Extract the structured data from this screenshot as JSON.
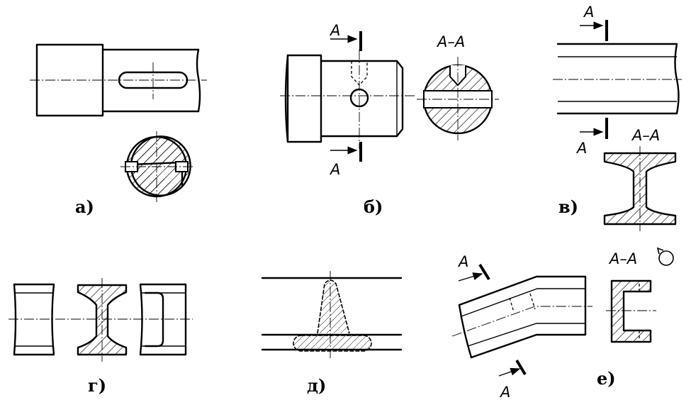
{
  "panels": [
    {
      "id": "a",
      "label": "а)"
    },
    {
      "id": "b",
      "label": "б)",
      "cut_letter": "А",
      "section_title": "А–А"
    },
    {
      "id": "v",
      "label": "в)",
      "cut_letter": "А",
      "section_title": "А–А"
    },
    {
      "id": "g",
      "label": "г)"
    },
    {
      "id": "d",
      "label": "д)"
    },
    {
      "id": "e",
      "label": "е)",
      "cut_letter": "А",
      "section_title": "А–А",
      "rotation_icon": "rotated-view-icon"
    }
  ]
}
